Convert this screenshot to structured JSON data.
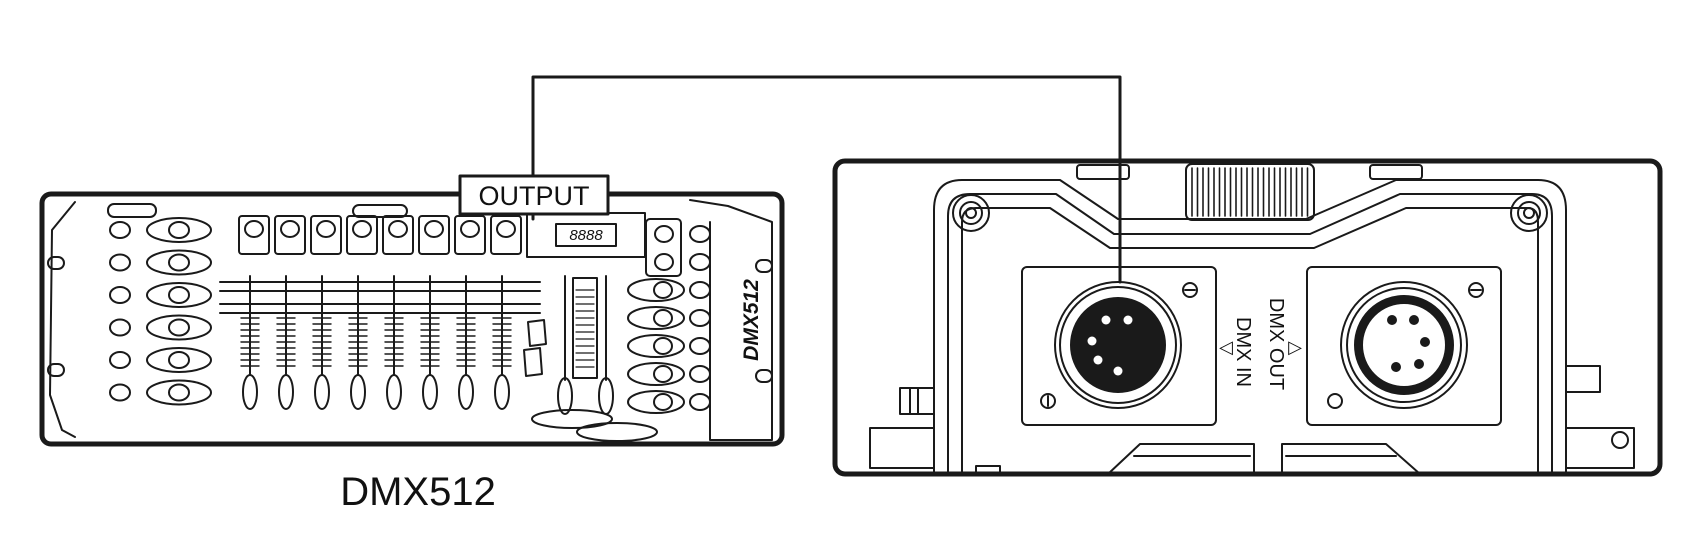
{
  "controller": {
    "output_label": "OUTPUT",
    "display_text": "8888",
    "side_text": "DMX512",
    "caption": "DMX512",
    "channel_faders": 8
  },
  "fixture": {
    "dmx_in_label": "DMX IN",
    "dmx_out_label": "DMX OUT",
    "in_arrow": "◁",
    "out_arrow": "▷"
  },
  "colors": {
    "stroke": "#1a1a1a",
    "background": "#ffffff"
  }
}
